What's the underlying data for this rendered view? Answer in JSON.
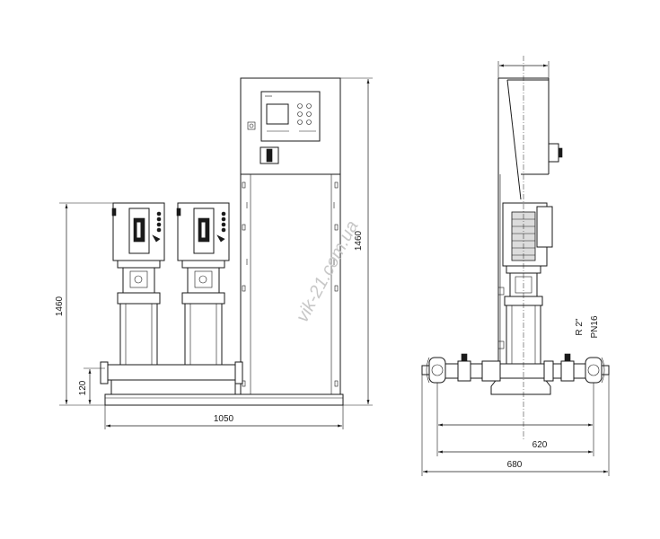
{
  "front_view": {
    "width_label": "1050",
    "height_label": "1460",
    "base_label": "120",
    "cabinet_height_label": "1460"
  },
  "side_view": {
    "width_620_label": "620",
    "width_680_label": "680",
    "connection_label": "R 2\"",
    "pressure_label": "PN16"
  },
  "watermark": "vik-21.com.ua",
  "colors": {
    "line": "#1a1a1a",
    "watermark": "#c8c8c8"
  }
}
